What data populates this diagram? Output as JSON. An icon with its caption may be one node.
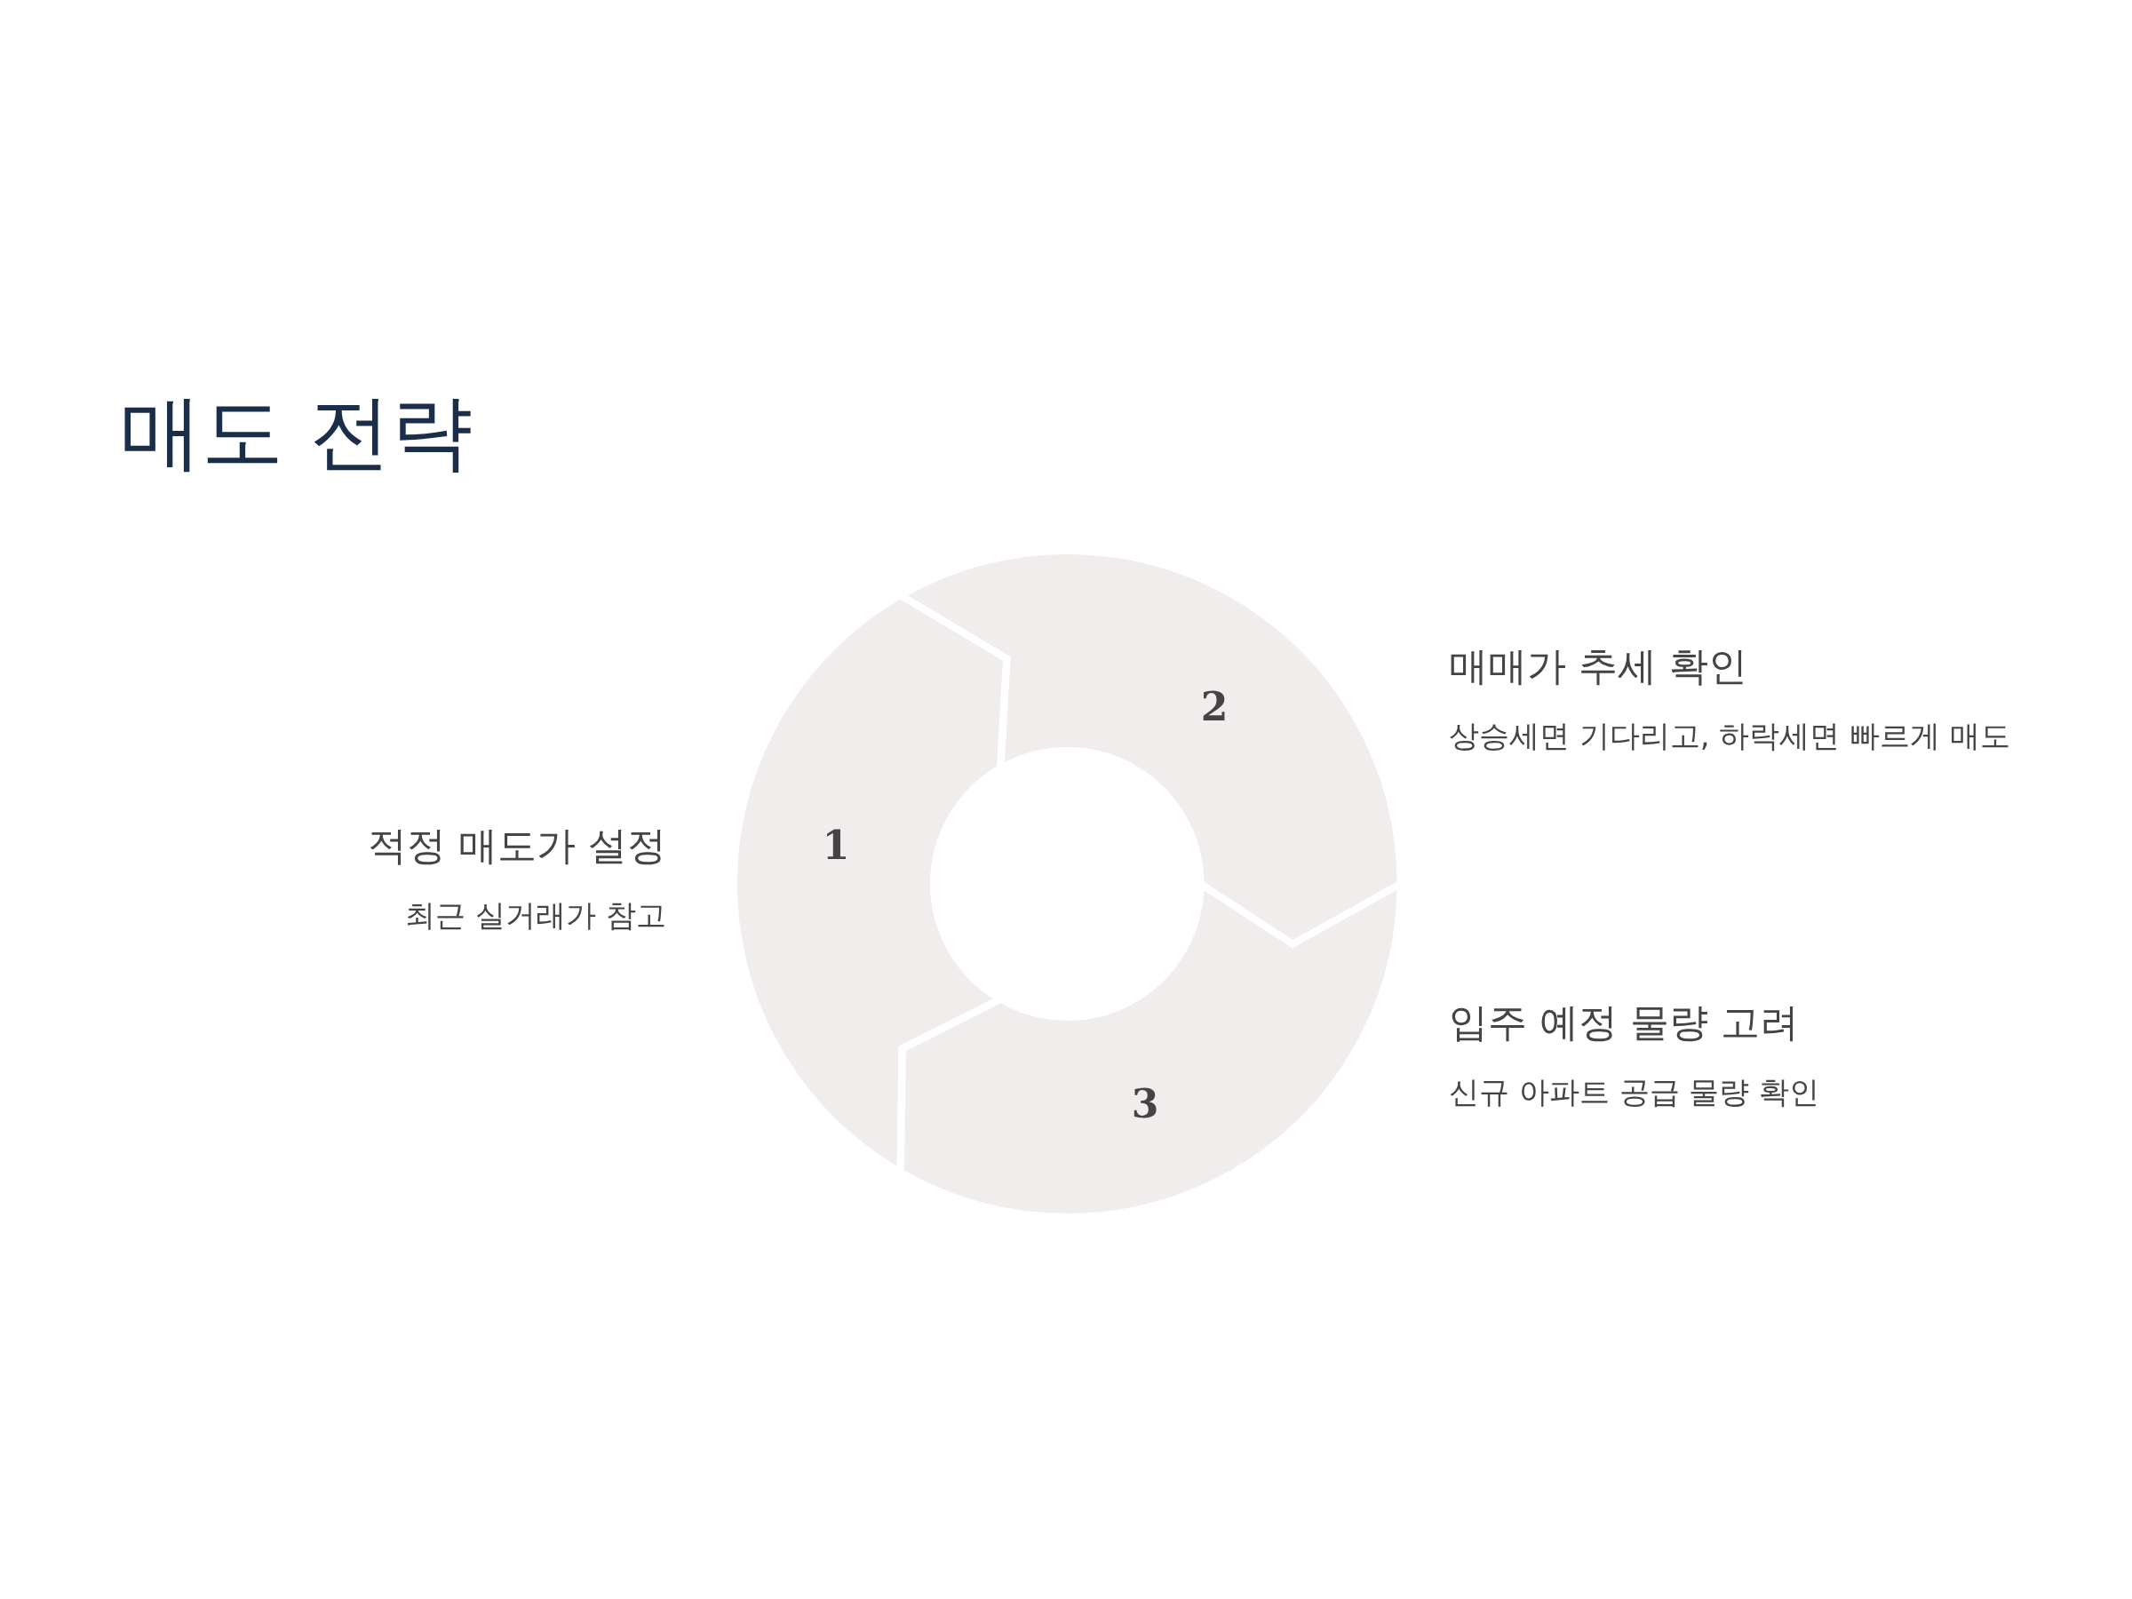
{
  "diagram": {
    "title": "매도 전략",
    "nodes": [
      {
        "text": [
          "1"
        ],
        "beside": [
          "적정 매도가 설정",
          "최근 실거래가 참고"
        ]
      },
      {
        "text": [
          "2"
        ],
        "beside": [
          "매매가 추세 확인",
          "상승세면 기다리고, 하락세면 빠르게 매도"
        ]
      },
      {
        "text": [
          "3"
        ],
        "beside": [
          "입주 예정 물량 고려",
          "신규 아파트 공급 물량 확인"
        ]
      }
    ],
    "edges": []
  }
}
